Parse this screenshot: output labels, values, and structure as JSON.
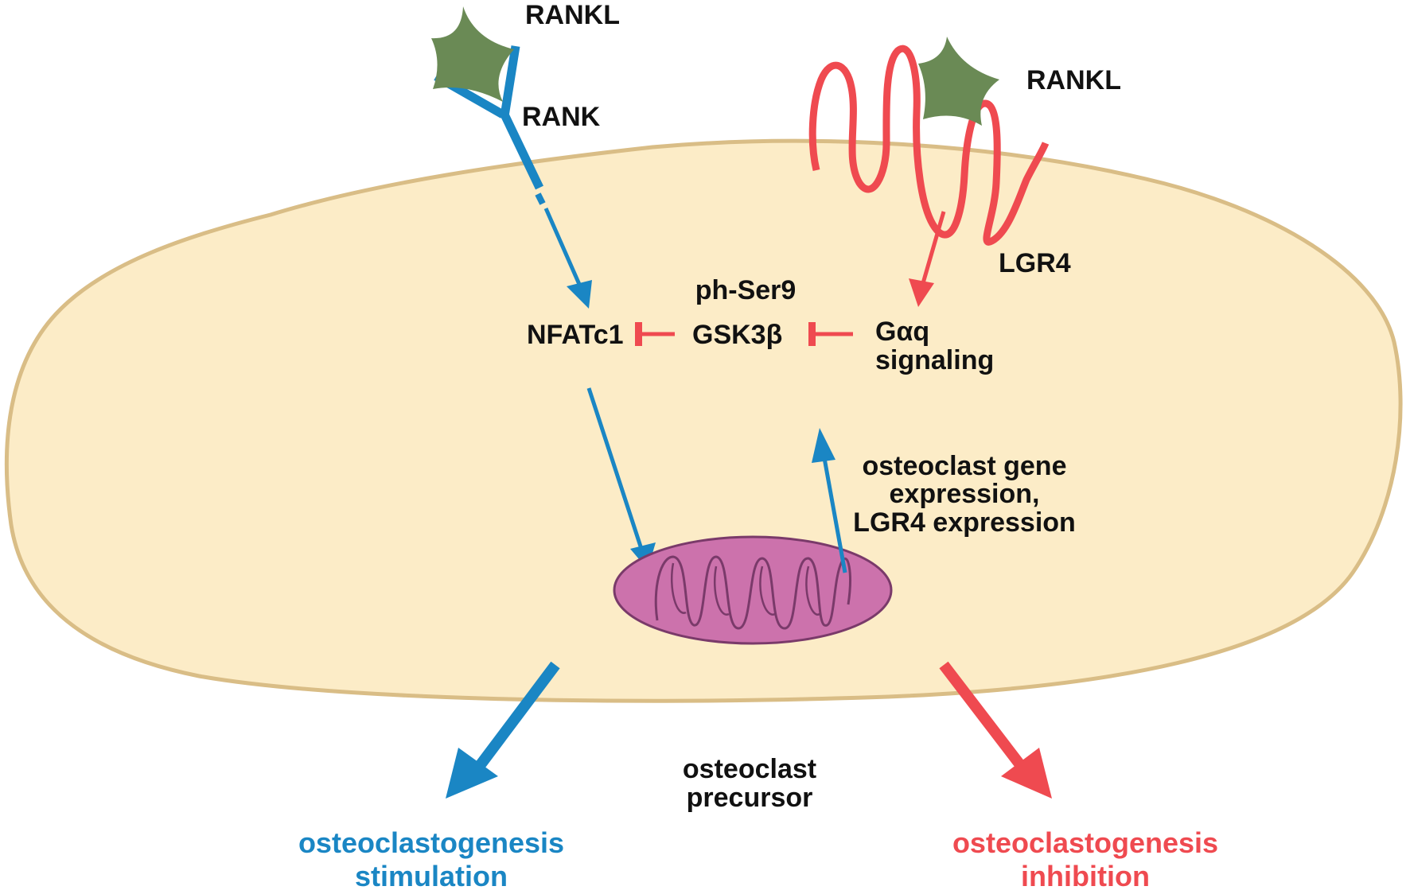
{
  "labels": {
    "rankl_left": "RANKL",
    "rank": "RANK",
    "rankl_right": "RANKL",
    "lgr4": "LGR4",
    "ph_ser9": "ph-Ser9",
    "nfatc1": "NFATc1",
    "gsk3b": "GSK3β",
    "gaq_line1": "Gαq",
    "gaq_line2": "signaling",
    "expr_line1": "osteoclast gene",
    "expr_line2": "expression,",
    "expr_line3": "LGR4 expression",
    "precursor_line1": "osteoclast",
    "precursor_line2": "precursor",
    "stim_line1": "osteoclastogenesis",
    "stim_line2": "stimulation",
    "inhib_line1": "osteoclastogenesis",
    "inhib_line2": "inhibition"
  },
  "colors": {
    "cell_fill": "#fcecc7",
    "cell_stroke": "#d9bd86",
    "blue": "#1a86c4",
    "red": "#ef4a50",
    "rankl_green": "#6a8a55",
    "nucleus_fill": "#cc72ac",
    "nucleus_stroke": "#7a3a6a",
    "text": "#111111"
  }
}
